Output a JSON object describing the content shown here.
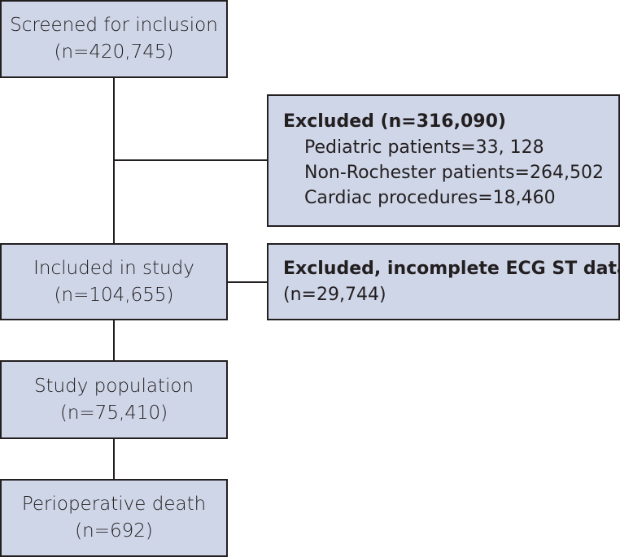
{
  "boxes": {
    "screened": {
      "title": "Screened for inclusion",
      "count": "(n=420,745)"
    },
    "included": {
      "title": "Included in study",
      "count": "(n=104,655)"
    },
    "study_population": {
      "title": "Study population",
      "count": "(n=75,410)"
    },
    "death": {
      "title": "Perioperative death",
      "count": "(n=692)"
    }
  },
  "exclusions": {
    "first": {
      "title": "Excluded (n=316,090)",
      "items": [
        "Pediatric patients=33, 128",
        "Non-Rochester patients=264,502",
        "Cardiac procedures=18,460"
      ]
    },
    "second": {
      "title": "Excluded, incomplete ECG ST data",
      "count": "(n=29,744)"
    }
  }
}
